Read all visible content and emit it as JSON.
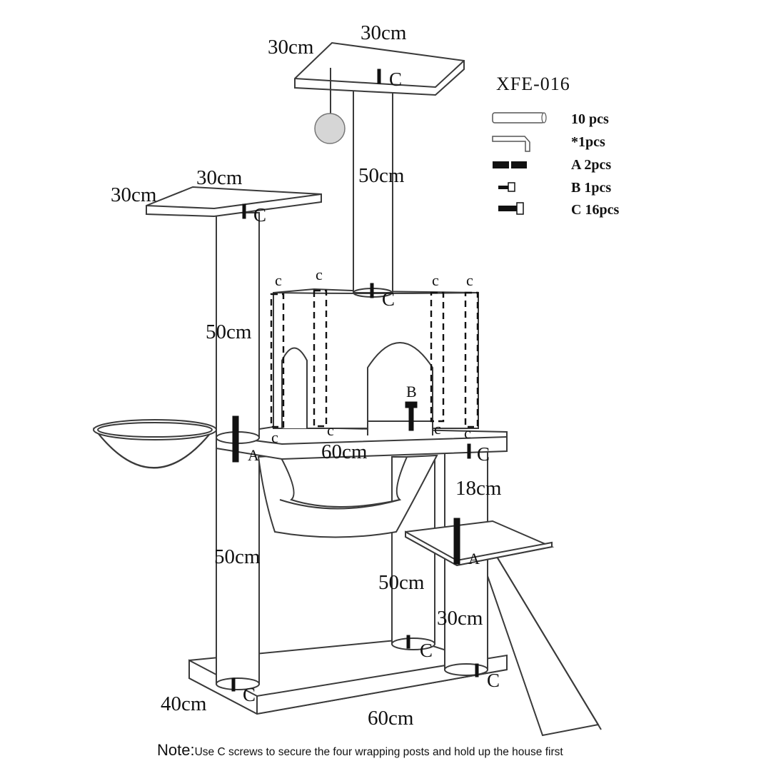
{
  "model": "XFE-016",
  "parts": [
    {
      "icon": "tube-icon",
      "label": "10 pcs"
    },
    {
      "icon": "hex-key-icon",
      "label": "*1pcs"
    },
    {
      "icon": "connector-a-icon",
      "label": "A  2pcs"
    },
    {
      "icon": "screw-b-icon",
      "label": "B  1pcs"
    },
    {
      "icon": "screw-c-icon",
      "label": "C  16pcs"
    }
  ],
  "dimensions": {
    "top_platform_width": "30cm",
    "top_platform_depth": "30cm",
    "tall_post_upper": "50cm",
    "left_platform_width": "30cm",
    "left_platform_depth": "30cm",
    "left_post_upper": "50cm",
    "house_platform": "60cm",
    "right_post_short": "18cm",
    "left_post_lower": "50cm",
    "middle_post": "50cm",
    "right_post_lower": "30cm",
    "base_depth": "40cm",
    "base_width": "60cm"
  },
  "screw_labels": {
    "c_upper": "C",
    "c_lower": "c",
    "a": "A",
    "b": "B"
  },
  "note": {
    "label": "Note:",
    "text": "Use C screws to secure the four wrapping posts and hold up the house first"
  }
}
